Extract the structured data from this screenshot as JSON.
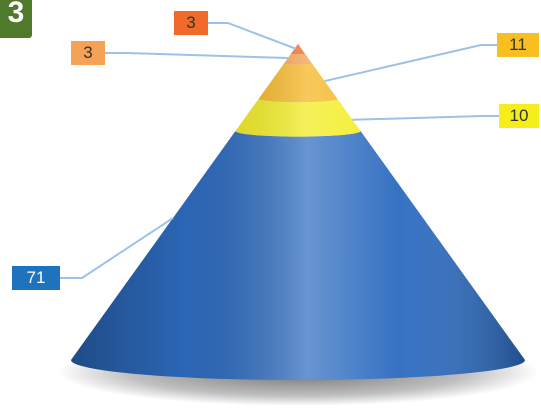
{
  "badge": {
    "text": "3"
  },
  "chart_data": {
    "type": "cone",
    "title": "",
    "series": [
      {
        "points": [
          {
            "value": 71,
            "label": "71",
            "color": "#2e6cc0",
            "label_bg": "#1e73be",
            "label_fg": "#ffffff"
          },
          {
            "value": 10,
            "label": "10",
            "color": "#f2ec1c",
            "label_bg": "#f5ee1a",
            "label_fg": "#333333"
          },
          {
            "value": 11,
            "label": "11",
            "color": "#f5b31c",
            "label_bg": "#f7bf1f",
            "label_fg": "#333333"
          },
          {
            "value": 3,
            "label": "3",
            "color": "#f39a45",
            "label_bg": "#f5a256",
            "label_fg": "#333333"
          },
          {
            "value": 3,
            "label": "3",
            "color": "#f0641e",
            "label_bg": "#f16a2a",
            "label_fg": "#333333"
          }
        ]
      }
    ],
    "leader_line_color": "#9ec1e6"
  }
}
